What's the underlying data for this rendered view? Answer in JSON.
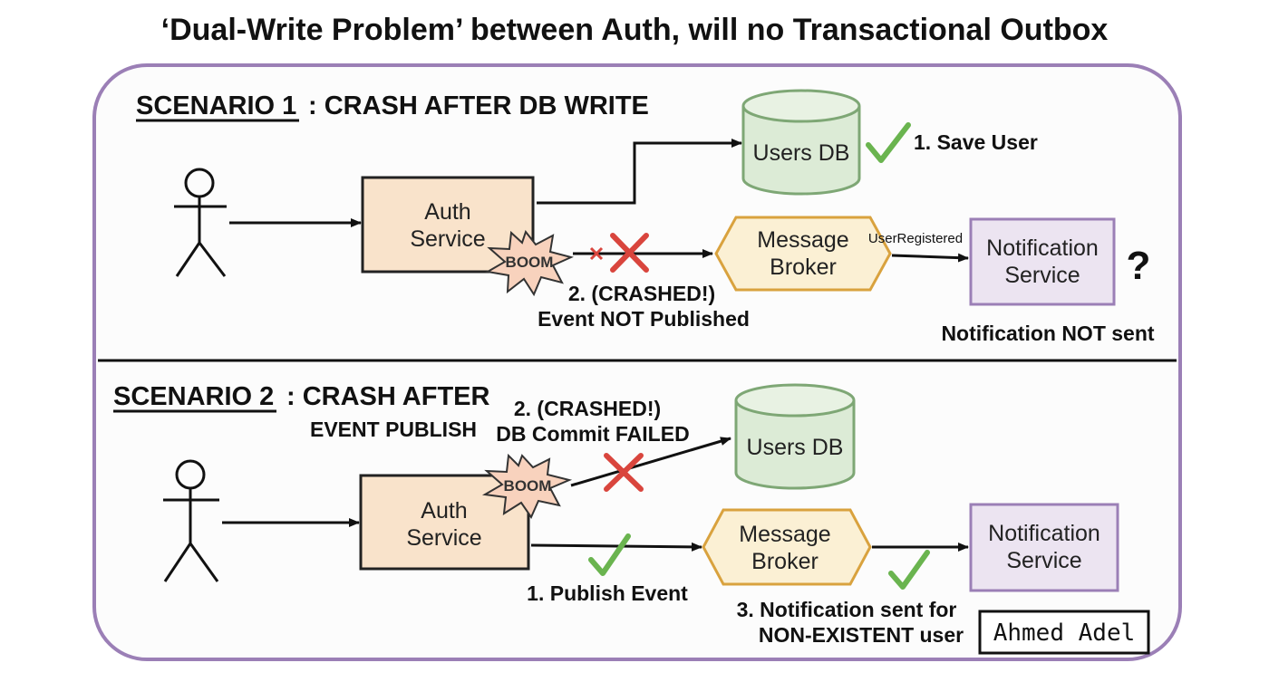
{
  "title": "‘Dual-Write Problem’ between Auth, will no Transactional Outbox",
  "colors": {
    "frame": "#9b7fb6",
    "service_fill": "#f9e3cb",
    "service_stroke": "#222222",
    "db_fill": "#dcebd6",
    "db_stroke": "#7ea775",
    "broker_fill": "#fbf0d4",
    "broker_stroke": "#d9a23e",
    "notify_fill": "#ece4f1",
    "notify_stroke": "#9b7fb6",
    "check": "#6ab44f",
    "cross": "#d9453d",
    "boom_fill": "#f8d2bd"
  },
  "scenario1": {
    "heading_underlined": "SCENARIO 1",
    "heading_rest": ": CRASH AFTER DB WRITE",
    "actor_icon": "stick-figure-icon",
    "auth": {
      "line1": "Auth",
      "line2": "Service"
    },
    "boom": "BOOM",
    "db": "Users DB",
    "db_step": "1. Save User",
    "broker": {
      "line1": "Message",
      "line2": "Broker"
    },
    "event_label": "UserRegistered",
    "notification": {
      "line1": "Notification",
      "line2": "Service"
    },
    "question": "?",
    "crash_line1": "2. (CRASHED!)",
    "crash_line2": "Event NOT Published",
    "result": "Notification NOT sent"
  },
  "scenario2": {
    "heading_underlined": "SCENARIO 2",
    "heading_rest_line1": ": CRASH AFTER",
    "heading_rest_line2": "EVENT PUBLISH",
    "actor_icon": "stick-figure-icon",
    "crash_line1": "2. (CRASHED!)",
    "crash_line2": "DB Commit FAILED",
    "db": "Users DB",
    "boom": "BOOM",
    "auth": {
      "line1": "Auth",
      "line2": "Service"
    },
    "broker": {
      "line1": "Message",
      "line2": "Broker"
    },
    "notification": {
      "line1": "Notification",
      "line2": "Service"
    },
    "publish_step": "1. Publish Event",
    "result_line1": "3. Notification sent for",
    "result_line2": "NON-EXISTENT user"
  },
  "signature": "Ahmed Adel"
}
